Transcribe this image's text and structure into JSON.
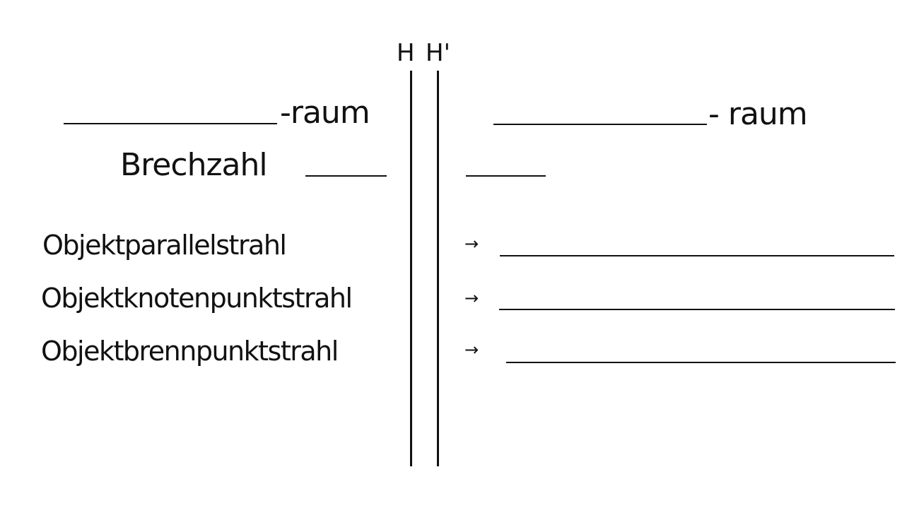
{
  "planes": {
    "h_label": "H",
    "h_prime_label": "H'"
  },
  "left": {
    "raum_suffix": "-raum",
    "brechzahl_label": "Brechzahl",
    "rays": [
      "Objektparallelstrahl",
      "Objektknotenpunktstrahl",
      "Objektbrennpunktstrahl"
    ]
  },
  "right": {
    "raum_suffix": "- raum",
    "arrow_glyph": "→"
  }
}
